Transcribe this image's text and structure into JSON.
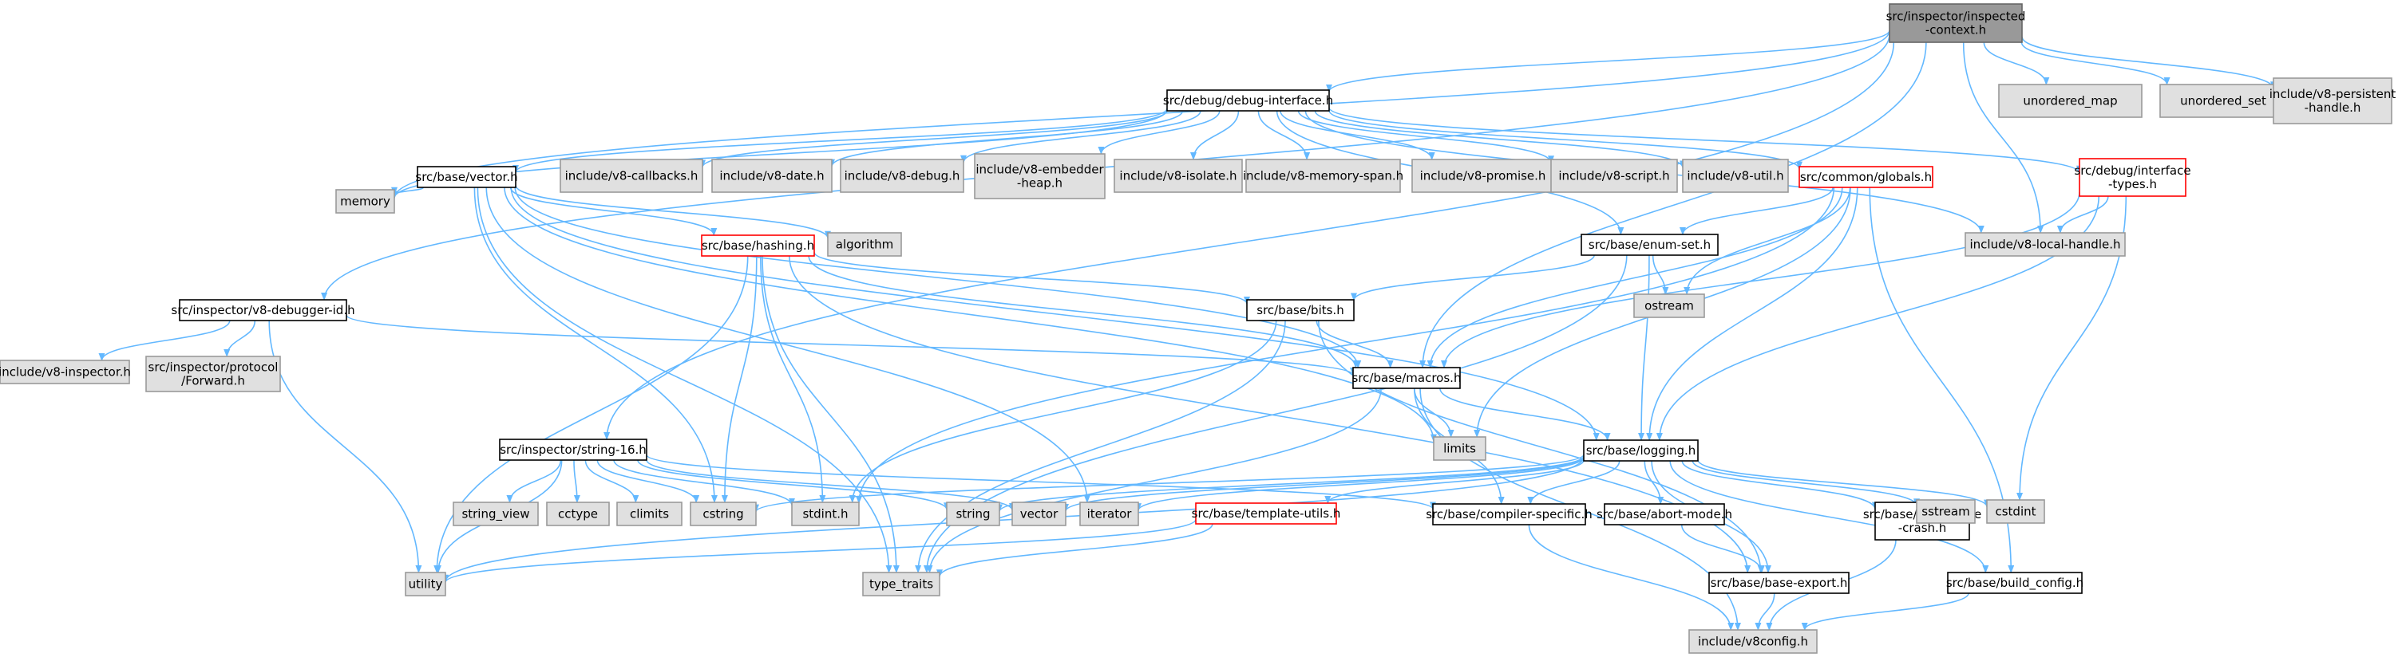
{
  "graph": {
    "colors": {
      "edge": "#63b8ff",
      "root_fill": "#999999",
      "root_border": "#666666",
      "header_fill": "#ffffff",
      "header_border": "#000000",
      "external_fill": "#e0e0e0",
      "external_border": "#999999",
      "incomplete_border": "#ff0000",
      "text": "#000000"
    },
    "nodes": [
      {
        "id": "root",
        "lines": [
          "src/inspector/inspected",
          "-context.h"
        ],
        "kind": "root"
      },
      {
        "id": "debug_interface",
        "lines": [
          "src/debug/debug-interface.h"
        ],
        "kind": "header"
      },
      {
        "id": "unordered_map",
        "lines": [
          "unordered_map"
        ],
        "kind": "external"
      },
      {
        "id": "unordered_set",
        "lines": [
          "unordered_set"
        ],
        "kind": "external"
      },
      {
        "id": "v8_persistent",
        "lines": [
          "include/v8-persistent",
          "-handle.h"
        ],
        "kind": "external"
      },
      {
        "id": "vector_h",
        "lines": [
          "src/base/vector.h"
        ],
        "kind": "header"
      },
      {
        "id": "v8_callbacks",
        "lines": [
          "include/v8-callbacks.h"
        ],
        "kind": "external"
      },
      {
        "id": "v8_date",
        "lines": [
          "include/v8-date.h"
        ],
        "kind": "external"
      },
      {
        "id": "v8_debug",
        "lines": [
          "include/v8-debug.h"
        ],
        "kind": "external"
      },
      {
        "id": "v8_embedder_heap",
        "lines": [
          "include/v8-embedder",
          "-heap.h"
        ],
        "kind": "external"
      },
      {
        "id": "v8_isolate",
        "lines": [
          "include/v8-isolate.h"
        ],
        "kind": "external"
      },
      {
        "id": "v8_memory_span",
        "lines": [
          "include/v8-memory-span.h"
        ],
        "kind": "external"
      },
      {
        "id": "v8_promise",
        "lines": [
          "include/v8-promise.h"
        ],
        "kind": "external"
      },
      {
        "id": "v8_script",
        "lines": [
          "include/v8-script.h"
        ],
        "kind": "external"
      },
      {
        "id": "v8_util",
        "lines": [
          "include/v8-util.h"
        ],
        "kind": "external"
      },
      {
        "id": "globals",
        "lines": [
          "src/common/globals.h"
        ],
        "kind": "incomplete"
      },
      {
        "id": "interface_types",
        "lines": [
          "src/debug/interface",
          "-types.h"
        ],
        "kind": "incomplete"
      },
      {
        "id": "memory",
        "lines": [
          "memory"
        ],
        "kind": "external"
      },
      {
        "id": "hashing",
        "lines": [
          "src/base/hashing.h"
        ],
        "kind": "incomplete"
      },
      {
        "id": "algorithm",
        "lines": [
          "algorithm"
        ],
        "kind": "external"
      },
      {
        "id": "enum_set",
        "lines": [
          "src/base/enum-set.h"
        ],
        "kind": "header"
      },
      {
        "id": "v8_local_handle",
        "lines": [
          "include/v8-local-handle.h"
        ],
        "kind": "external"
      },
      {
        "id": "debugger_id",
        "lines": [
          "src/inspector/v8-debugger-id.h"
        ],
        "kind": "header"
      },
      {
        "id": "bits",
        "lines": [
          "src/base/bits.h"
        ],
        "kind": "header"
      },
      {
        "id": "ostream",
        "lines": [
          "ostream"
        ],
        "kind": "external"
      },
      {
        "id": "v8_inspector",
        "lines": [
          "include/v8-inspector.h"
        ],
        "kind": "external"
      },
      {
        "id": "protocol_forward",
        "lines": [
          "src/inspector/protocol",
          "/Forward.h"
        ],
        "kind": "external"
      },
      {
        "id": "macros",
        "lines": [
          "src/base/macros.h"
        ],
        "kind": "header"
      },
      {
        "id": "limits",
        "lines": [
          "limits"
        ],
        "kind": "external"
      },
      {
        "id": "string16",
        "lines": [
          "src/inspector/string-16.h"
        ],
        "kind": "header"
      },
      {
        "id": "logging",
        "lines": [
          "src/base/logging.h"
        ],
        "kind": "header"
      },
      {
        "id": "string_view",
        "lines": [
          "string_view"
        ],
        "kind": "external"
      },
      {
        "id": "cctype",
        "lines": [
          "cctype"
        ],
        "kind": "external"
      },
      {
        "id": "climits",
        "lines": [
          "climits"
        ],
        "kind": "external"
      },
      {
        "id": "cstring",
        "lines": [
          "cstring"
        ],
        "kind": "external"
      },
      {
        "id": "stdint",
        "lines": [
          "stdint.h"
        ],
        "kind": "external"
      },
      {
        "id": "string",
        "lines": [
          "string"
        ],
        "kind": "external"
      },
      {
        "id": "vector",
        "lines": [
          "vector"
        ],
        "kind": "external"
      },
      {
        "id": "iterator",
        "lines": [
          "iterator"
        ],
        "kind": "external"
      },
      {
        "id": "template_utils",
        "lines": [
          "src/base/template-utils.h"
        ],
        "kind": "incomplete"
      },
      {
        "id": "compiler_specific",
        "lines": [
          "src/base/compiler-specific.h"
        ],
        "kind": "header"
      },
      {
        "id": "abort_mode",
        "lines": [
          "src/base/abort-mode.h"
        ],
        "kind": "header"
      },
      {
        "id": "immediate_crash",
        "lines": [
          "src/base/immediate",
          "-crash.h"
        ],
        "kind": "header"
      },
      {
        "id": "sstream",
        "lines": [
          "sstream"
        ],
        "kind": "external"
      },
      {
        "id": "cstdint",
        "lines": [
          "cstdint"
        ],
        "kind": "external"
      },
      {
        "id": "utility",
        "lines": [
          "utility"
        ],
        "kind": "external"
      },
      {
        "id": "type_traits",
        "lines": [
          "type_traits"
        ],
        "kind": "external"
      },
      {
        "id": "base_export",
        "lines": [
          "src/base/base-export.h"
        ],
        "kind": "header"
      },
      {
        "id": "build_config",
        "lines": [
          "src/base/build_config.h"
        ],
        "kind": "header"
      },
      {
        "id": "v8config",
        "lines": [
          "include/v8config.h"
        ],
        "kind": "external"
      }
    ],
    "edges": [
      [
        "root",
        "debug_interface"
      ],
      [
        "root",
        "unordered_map"
      ],
      [
        "root",
        "unordered_set"
      ],
      [
        "root",
        "v8_persistent"
      ],
      [
        "root",
        "memory"
      ],
      [
        "root",
        "v8_local_handle"
      ],
      [
        "root",
        "macros"
      ],
      [
        "root",
        "debugger_id"
      ],
      [
        "root",
        "string16"
      ],
      [
        "debug_interface",
        "vector_h"
      ],
      [
        "debug_interface",
        "v8_callbacks"
      ],
      [
        "debug_interface",
        "v8_date"
      ],
      [
        "debug_interface",
        "v8_debug"
      ],
      [
        "debug_interface",
        "v8_embedder_heap"
      ],
      [
        "debug_interface",
        "v8_isolate"
      ],
      [
        "debug_interface",
        "v8_memory_span"
      ],
      [
        "debug_interface",
        "v8_promise"
      ],
      [
        "debug_interface",
        "v8_script"
      ],
      [
        "debug_interface",
        "v8_util"
      ],
      [
        "debug_interface",
        "globals"
      ],
      [
        "debug_interface",
        "interface_types"
      ],
      [
        "debug_interface",
        "memory"
      ],
      [
        "debug_interface",
        "v8_local_handle"
      ],
      [
        "debug_interface",
        "enum_set"
      ],
      [
        "vector_h",
        "memory"
      ],
      [
        "vector_h",
        "algorithm"
      ],
      [
        "vector_h",
        "hashing"
      ],
      [
        "vector_h",
        "cstring"
      ],
      [
        "vector_h",
        "type_traits"
      ],
      [
        "vector_h",
        "iterator"
      ],
      [
        "vector_h",
        "limits"
      ],
      [
        "vector_h",
        "logging"
      ],
      [
        "vector_h",
        "macros"
      ],
      [
        "globals",
        "enum_set"
      ],
      [
        "globals",
        "ostream"
      ],
      [
        "globals",
        "macros"
      ],
      [
        "globals",
        "logging"
      ],
      [
        "globals",
        "build_config"
      ],
      [
        "globals",
        "stdint"
      ],
      [
        "globals",
        "limits"
      ],
      [
        "interface_types",
        "v8_local_handle"
      ],
      [
        "interface_types",
        "macros"
      ],
      [
        "interface_types",
        "cstdint"
      ],
      [
        "interface_types",
        "logging"
      ],
      [
        "hashing",
        "bits"
      ],
      [
        "hashing",
        "macros"
      ],
      [
        "hashing",
        "cstring"
      ],
      [
        "hashing",
        "stdint"
      ],
      [
        "hashing",
        "type_traits"
      ],
      [
        "hashing",
        "utility"
      ],
      [
        "hashing",
        "base_export"
      ],
      [
        "enum_set",
        "bits"
      ],
      [
        "enum_set",
        "ostream"
      ],
      [
        "enum_set",
        "logging"
      ],
      [
        "enum_set",
        "type_traits"
      ],
      [
        "debugger_id",
        "v8_inspector"
      ],
      [
        "debugger_id",
        "protocol_forward"
      ],
      [
        "debugger_id",
        "macros"
      ],
      [
        "debugger_id",
        "utility"
      ],
      [
        "bits",
        "macros"
      ],
      [
        "bits",
        "stdint"
      ],
      [
        "bits",
        "type_traits"
      ],
      [
        "bits",
        "base_export"
      ],
      [
        "macros",
        "limits"
      ],
      [
        "macros",
        "logging"
      ],
      [
        "macros",
        "compiler_specific"
      ],
      [
        "macros",
        "type_traits"
      ],
      [
        "macros",
        "v8config"
      ],
      [
        "string16",
        "string_view"
      ],
      [
        "string16",
        "cctype"
      ],
      [
        "string16",
        "climits"
      ],
      [
        "string16",
        "cstring"
      ],
      [
        "string16",
        "stdint"
      ],
      [
        "string16",
        "string"
      ],
      [
        "string16",
        "vector"
      ],
      [
        "string16",
        "utility"
      ],
      [
        "string16",
        "compiler_specific"
      ],
      [
        "logging",
        "cstring"
      ],
      [
        "logging",
        "string"
      ],
      [
        "logging",
        "vector"
      ],
      [
        "logging",
        "iterator"
      ],
      [
        "logging",
        "template_utils"
      ],
      [
        "logging",
        "compiler_specific"
      ],
      [
        "logging",
        "abort_mode"
      ],
      [
        "logging",
        "immediate_crash"
      ],
      [
        "logging",
        "sstream"
      ],
      [
        "logging",
        "cstdint"
      ],
      [
        "logging",
        "utility"
      ],
      [
        "logging",
        "base_export"
      ],
      [
        "logging",
        "build_config"
      ],
      [
        "template_utils",
        "utility"
      ],
      [
        "template_utils",
        "type_traits"
      ],
      [
        "compiler_specific",
        "v8config"
      ],
      [
        "abort_mode",
        "base_export"
      ],
      [
        "immediate_crash",
        "v8config"
      ],
      [
        "base_export",
        "v8config"
      ],
      [
        "build_config",
        "v8config"
      ]
    ]
  }
}
